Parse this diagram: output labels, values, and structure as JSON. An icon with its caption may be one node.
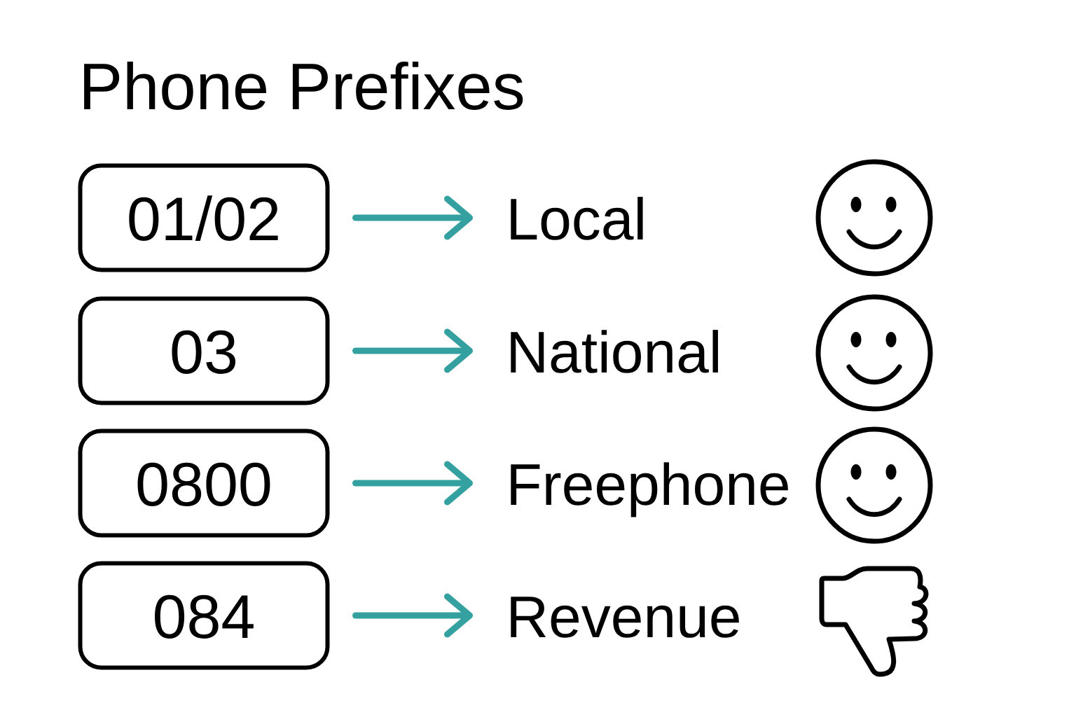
{
  "diagram": {
    "title": "Phone Prefixes",
    "nodes": [
      {
        "text": [
          "01/02"
        ]
      },
      {
        "text": [
          "Local"
        ]
      },
      {
        "text": [
          "03"
        ]
      },
      {
        "text": [
          "National"
        ]
      },
      {
        "text": [
          "0800"
        ]
      },
      {
        "text": [
          "Freephone"
        ]
      },
      {
        "text": [
          "084"
        ]
      },
      {
        "text": [
          "Revenue"
        ]
      }
    ],
    "edges": [
      {
        "from": 0,
        "to": 1,
        "arrow": "to"
      },
      {
        "from": 2,
        "to": 3,
        "arrow": "to"
      },
      {
        "from": 4,
        "to": 5,
        "arrow": "to"
      },
      {
        "from": 6,
        "to": 7,
        "arrow": "to"
      }
    ]
  }
}
